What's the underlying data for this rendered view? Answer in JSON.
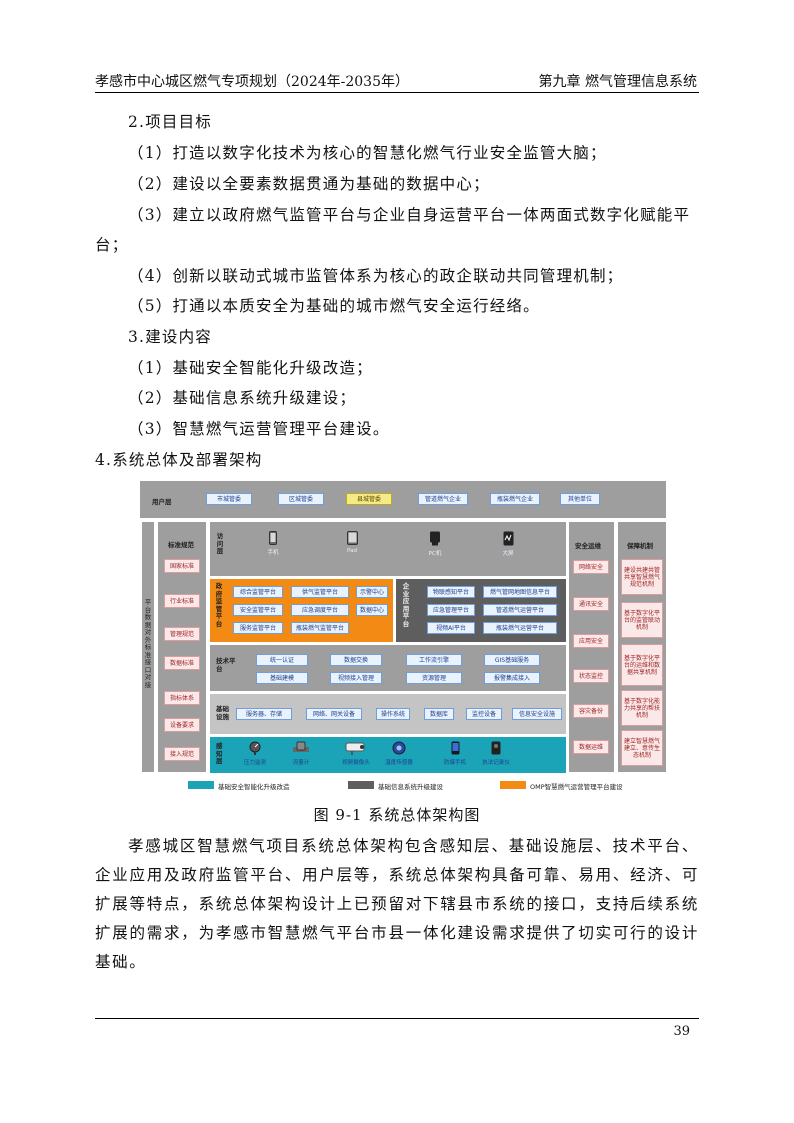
{
  "header": {
    "left": "孝感市中心城区燃气专项规划（2024年-2035年）",
    "right": "第九章 燃气管理信息系统"
  },
  "body": {
    "goal_heading": "2.项目目标",
    "goals": [
      "（1）打造以数字化技术为核心的智慧化燃气行业安全监管大脑；",
      "（2）建设以全要素数据贯通为基础的数据中心；",
      "（3）建立以政府燃气监管平台与企业自身运营平台一体两面式数字化赋能平",
      "台；",
      "（4）创新以联动式城市监管体系为核心的政企联动共同管理机制；",
      "（5）打通以本质安全为基础的城市燃气安全运行经络。"
    ],
    "content_heading": "3.建设内容",
    "contents": [
      "（1）基础安全智能化升级改造；",
      "（2）基础信息系统升级建设；",
      "（3）智慧燃气运营管理平台建设。"
    ],
    "arch_heading": "4.系统总体及部署架构",
    "caption": "图 9-1 系统总体架构图",
    "paragraph": "孝感城区智慧燃气项目系统总体架构包含感知层、基础设施层、技术平台、企业应用及政府监管平台、用户层等，系统总体架构具备可靠、易用、经济、可扩展等特点，系统总体架构设计上已预留对下辖县市系统的接口，支持后续系统扩展的需求，为孝感市智慧燃气平台市县一体化建设需求提供了切实可行的设计基础。"
  },
  "diagram": {
    "user_layer_label": "用户层",
    "user_items": [
      "市城管委",
      "区城管委",
      "县城管委",
      "管道燃气企业",
      "瓶装燃气企业",
      "其他单位"
    ],
    "left_interface": "平台数据对外标准接口对接",
    "std_title": "标准规范",
    "std_items": [
      "国家标准",
      "行业标准",
      "管理规范",
      "数据标准",
      "指标体系",
      "设备要求",
      "接入规范"
    ],
    "access_label": "访问层",
    "access_devices": [
      "手机",
      "Pad",
      "PC机",
      "大屏"
    ],
    "gov_label": "政府监管平台",
    "gov_items": [
      "综合监管平台",
      "供气监管平台",
      "示警中心",
      "安全监管平台",
      "应急调度平台",
      "数据中心",
      "服务监管平台",
      "瓶装燃气监管平台"
    ],
    "ent_label": "企业应用平台",
    "ent_items": [
      "物联感知平台",
      "燃气管网地图信息平台",
      "应急管理平台",
      "管道燃气运营平台",
      "视频AI平台",
      "瓶装燃气运营平台"
    ],
    "tech_label": "技术平台",
    "tech_items": [
      "统一认证",
      "数据交换",
      "工作流引擎",
      "GIS基础服务",
      "基础建模",
      "视频接入管理",
      "资源管理",
      "报警集成接入"
    ],
    "infra_label": "基础设施",
    "infra_items": [
      "服务器、存储",
      "网络、网关设备",
      "操作系统",
      "数据库",
      "监控设备",
      "信息安全设施"
    ],
    "sense_label": "感知层",
    "sense_items": [
      "压力监测",
      "流量计",
      "视频摄像头",
      "温度传感器",
      "防爆手机",
      "执法记录仪"
    ],
    "sec_title": "安全运维",
    "sec_items": [
      "网络安全",
      "通讯安全",
      "应用安全",
      "状态监控",
      "容灾备份",
      "数据运维"
    ],
    "guar_title": "保障机制",
    "guar_items": [
      "建设共建共管共享智慧燃气规范机制",
      "基于数字化平台的监管联动机制",
      "基于数字化平台的运维和数据共享机制",
      "基于数字化能力共享的帮扶机制",
      "建立智慧燃气建立、意传生态机制"
    ],
    "legend": [
      "基础安全智能化升级改造",
      "基础信息系统升级建设",
      "OMP智慧燃气运营管理平台建设"
    ],
    "colors": {
      "teal": "#1ba4b8",
      "orange": "#f28a14",
      "dark": "#5e5e5e"
    }
  },
  "page_number": "39"
}
